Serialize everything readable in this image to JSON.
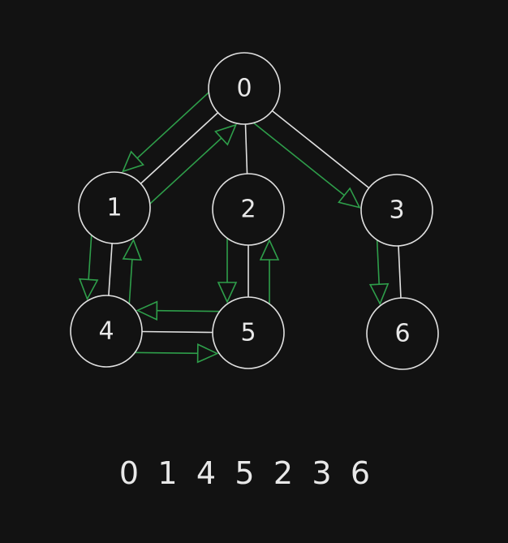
{
  "colors": {
    "background": "#121212",
    "edge": "#e0e0e0",
    "traversal_arrow": "#2e9e4a",
    "text": "#e8e8e8"
  },
  "graph": {
    "nodes": [
      {
        "id": "node-0",
        "label": "0"
      },
      {
        "id": "node-1",
        "label": "1"
      },
      {
        "id": "node-2",
        "label": "2"
      },
      {
        "id": "node-3",
        "label": "3"
      },
      {
        "id": "node-4",
        "label": "4"
      },
      {
        "id": "node-5",
        "label": "5"
      },
      {
        "id": "node-6",
        "label": "6"
      }
    ],
    "edges": [
      [
        "0",
        "1"
      ],
      [
        "0",
        "2"
      ],
      [
        "0",
        "3"
      ],
      [
        "1",
        "4"
      ],
      [
        "2",
        "5"
      ],
      [
        "4",
        "5"
      ],
      [
        "3",
        "6"
      ]
    ],
    "traversal_arrows": [
      [
        "1",
        "0"
      ],
      [
        "0",
        "1"
      ],
      [
        "1",
        "4"
      ],
      [
        "4",
        "1"
      ],
      [
        "4",
        "5"
      ],
      [
        "5",
        "4"
      ],
      [
        "5",
        "2"
      ],
      [
        "2",
        "5"
      ],
      [
        "0",
        "3"
      ],
      [
        "3",
        "6"
      ]
    ]
  },
  "traversal_order": [
    "0",
    "1",
    "4",
    "5",
    "2",
    "3",
    "6"
  ]
}
